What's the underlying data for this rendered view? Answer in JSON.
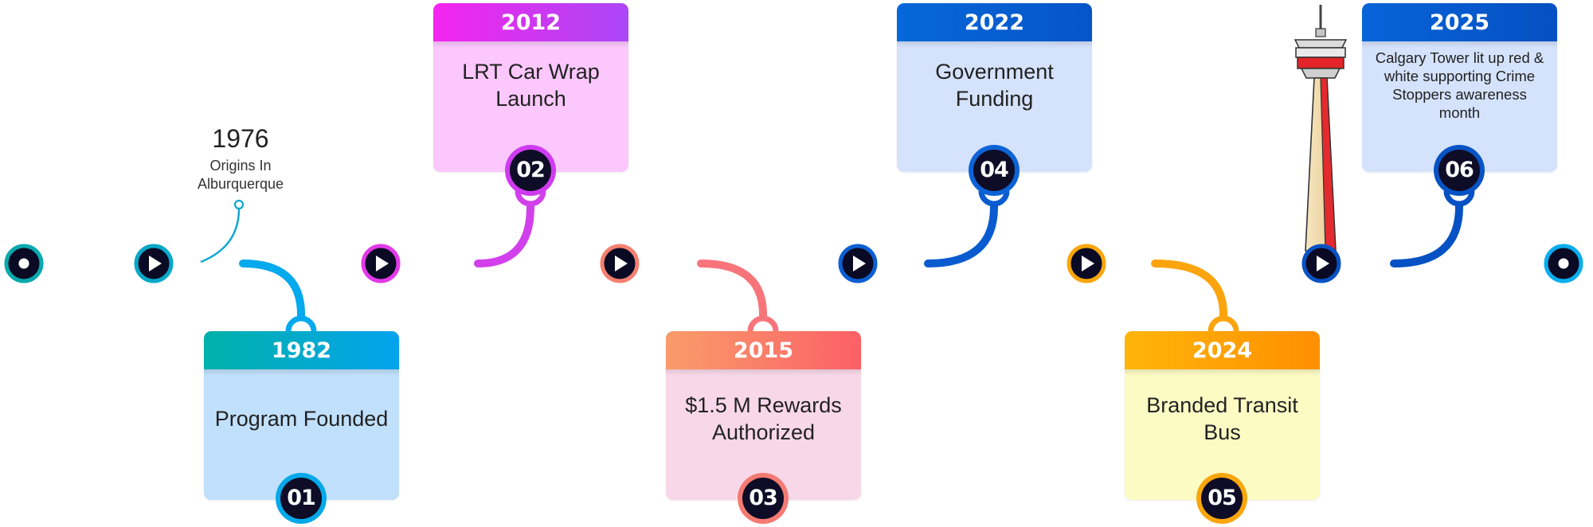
{
  "intro": {
    "year": "1976",
    "text": "Origins In Alburquerque"
  },
  "milestones": [
    {
      "year": "1982",
      "title": "Program Founded",
      "number": "01",
      "accent": "#05a8e8",
      "header_from": "#02b1a9",
      "header_to": "#04a3ee",
      "card_bg": "#c0e0fb"
    },
    {
      "year": "2012",
      "title": "LRT Car Wrap Launch",
      "number": "02",
      "accent": "#cf3bf0",
      "header_from": "#f425ee",
      "header_to": "#ab47f6",
      "card_bg": "#fbc7fc"
    },
    {
      "year": "2015",
      "title": "$1.5 M Rewards Authorized",
      "number": "03",
      "accent": "#f47a72",
      "header_from": "#f99c6b",
      "header_to": "#fc6066",
      "card_bg": "#f8d8e8"
    },
    {
      "year": "2022",
      "title": "Government Funding",
      "number": "04",
      "accent": "#0d63d6",
      "header_from": "#0668da",
      "header_to": "#0555c8",
      "card_bg": "#d4e2fb"
    },
    {
      "year": "2024",
      "title": "Branded Transit Bus",
      "number": "05",
      "accent": "#f9a60c",
      "header_from": "#ffb509",
      "header_to": "#ff8f01",
      "card_bg": "#fdfbc4"
    },
    {
      "year": "2025",
      "title": "Calgary Tower lit up red & white supporting Crime Stoppers awareness month",
      "number": "06",
      "accent": "#0853c4",
      "header_from": "#0664d8",
      "header_to": "#0650c3",
      "card_bg": "#d4e2fb"
    }
  ],
  "icons": {
    "play": "play-icon",
    "endpoint": "timeline-endpoint-icon",
    "landmark": "calgary-tower-icon"
  }
}
